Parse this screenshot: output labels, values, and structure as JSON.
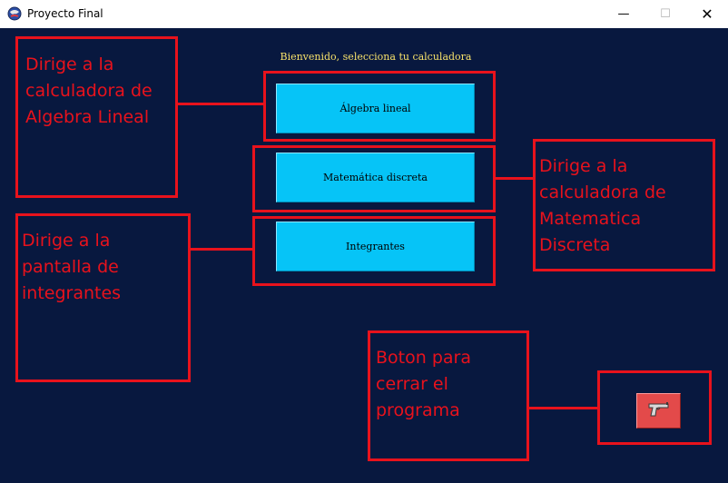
{
  "window": {
    "title": "Proyecto Final",
    "minimize_glyph": "—",
    "maximize_glyph": "☐",
    "close_glyph": "✕",
    "icon": "app-globe-icon"
  },
  "main": {
    "welcome_text": "Bienvenido, selecciona tu calculadora",
    "buttons": [
      {
        "label": "Álgebra lineal"
      },
      {
        "label": "Matemática discreta"
      },
      {
        "label": "Integrantes"
      }
    ],
    "exit_button_icon": "gun-icon"
  },
  "annotations": {
    "algebra": "Dirige a la calculadora de Algebra Lineal",
    "discreta": "Dirige a la calculadora de Matematica Discreta",
    "integrantes": "Dirige a la pantalla de integrantes",
    "cerrar": "Boton para cerrar el programa"
  },
  "colors": {
    "background": "#08183f",
    "button": "#06c4f7",
    "welcome_text": "#f7e16a",
    "annotation": "#e8121c",
    "exit_button": "#e34a4a"
  }
}
